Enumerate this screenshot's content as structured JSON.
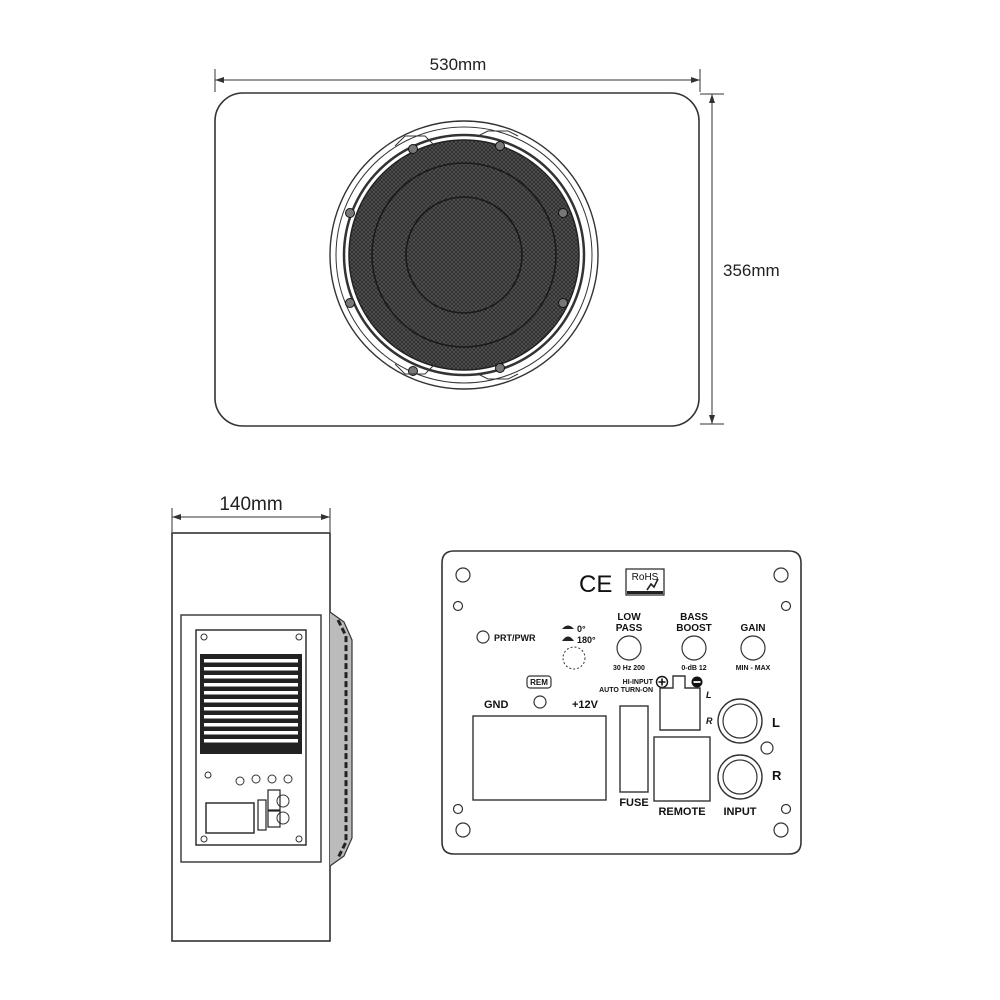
{
  "dimensions": {
    "width": "530mm",
    "height": "356mm",
    "depth": "140mm"
  },
  "panel": {
    "ce_mark": "CE",
    "rohs_mark": "RoHS",
    "prt_pwr": "PRT/PWR",
    "phase_0": "0°",
    "phase_180": "180°",
    "low_pass_line1": "LOW",
    "low_pass_line2": "PASS",
    "low_pass_range": "30 Hz 200",
    "bass_boost_line1": "BASS",
    "bass_boost_line2": "BOOST",
    "bass_boost_range": "0-dB 12",
    "gain": "GAIN",
    "gain_range": "MIN - MAX",
    "rem": "REM",
    "hi_input_line1": "HI-INPUT",
    "hi_input_line2": "AUTO TURN-ON",
    "gnd": "GND",
    "plus12v": "+12V",
    "left_small": "L",
    "right_small": "R",
    "left": "L",
    "right": "R",
    "fuse": "FUSE",
    "remote": "REMOTE",
    "input": "INPUT"
  },
  "icons": [
    "plus-icon",
    "minus-icon",
    "speaker-woofer-icon"
  ]
}
